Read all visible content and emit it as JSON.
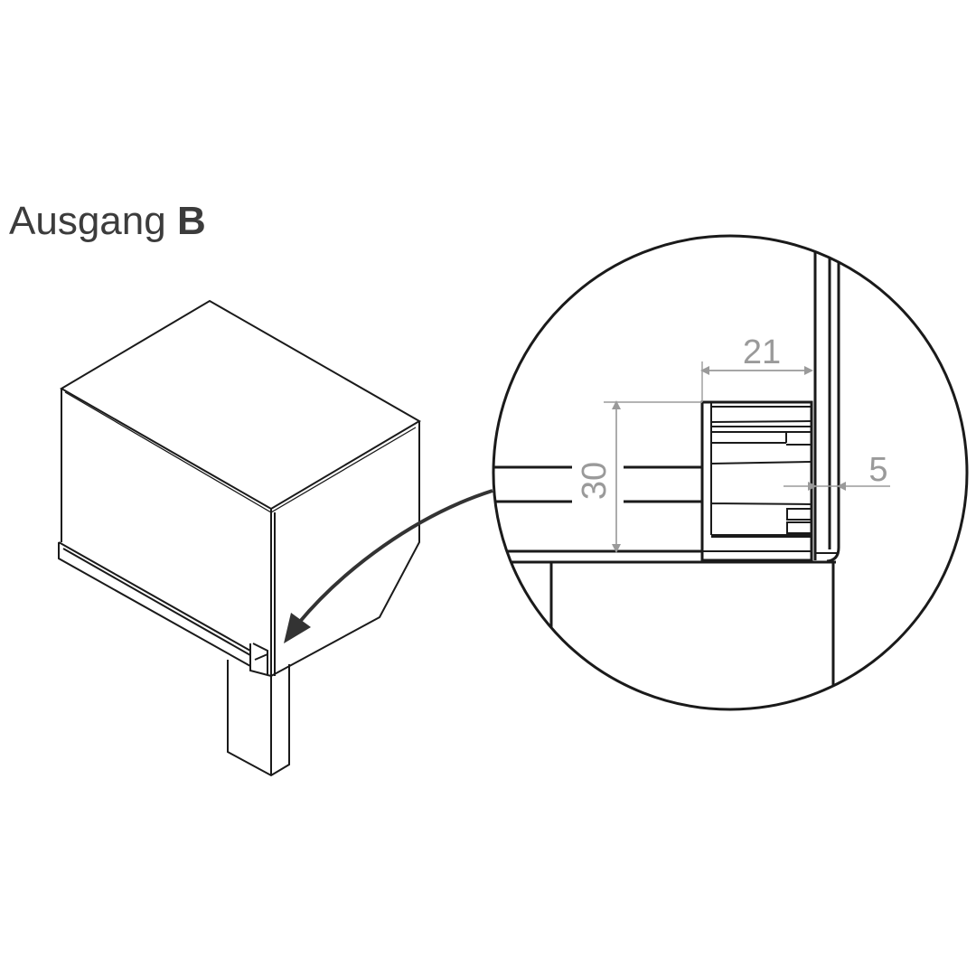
{
  "title": {
    "text": "Ausgang",
    "bold": "B"
  },
  "dimensions": {
    "width": "21",
    "height": "30",
    "offset": "5"
  },
  "colors": {
    "line": "#1a1a1a",
    "dimension": "#9a9a9a",
    "title": "#3c3c3c"
  }
}
